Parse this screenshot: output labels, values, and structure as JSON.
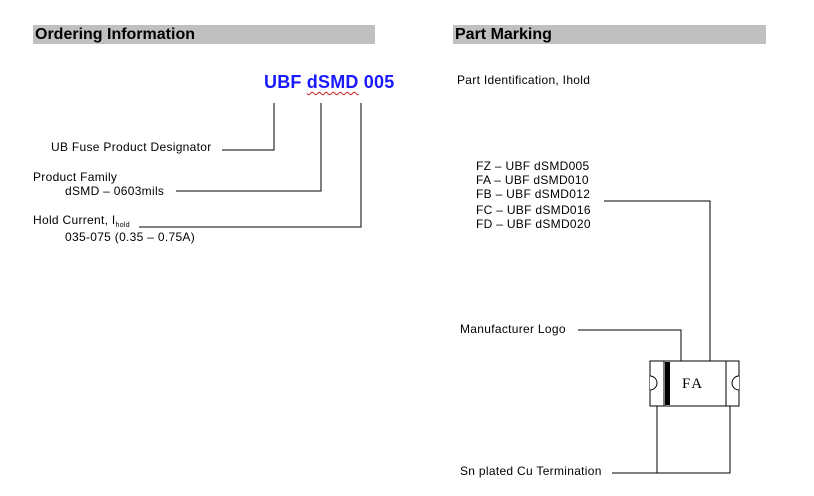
{
  "ordering": {
    "header": "Ordering Information",
    "title_prefix": "UBF ",
    "title_family": "dSMD",
    "title_suffix": " 005",
    "designator_label": "UB Fuse Product Designator",
    "family_label": "Product Family",
    "family_value": "dSMD – 0603mils",
    "hold_label": "Hold Current, I",
    "hold_subscript": "hold",
    "hold_value": "035-075 (0.35 – 0.75A)"
  },
  "marking": {
    "header": "Part Marking",
    "part_id_label": "Part Identification, Ihold",
    "codes": [
      "FZ – UBF dSMD005",
      "FA – UBF dSMD010",
      "FB – UBF dSMD012",
      "FC – UBF dSMD016",
      "FD – UBF dSMD020"
    ],
    "logo_label": "Manufacturer Logo",
    "termination_label": "Sn plated Cu Termination",
    "chip_marking": "FA"
  }
}
